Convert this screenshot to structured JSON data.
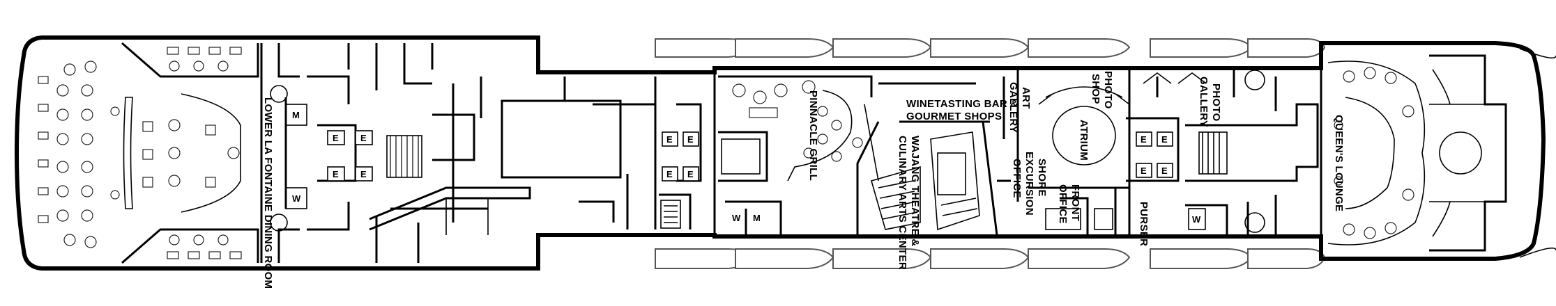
{
  "rooms": {
    "dining": "LOWER LA FONTAINE DINING ROOM",
    "pinnacle": "PINNACLE GRILL",
    "wine_line1": "WINETASTING BAR &",
    "wine_line2": "GOURMET SHOPS",
    "theatre_line1": "WAJANG THEATRE &",
    "theatre_line2": "CULINARY ARTS CENTER",
    "art_line1": "ART",
    "art_line2": "GALLERY",
    "atrium": "ATRIUM",
    "shore_line1": "SHORE",
    "shore_line2": "EXCURSION",
    "shore_line3": "OFFICE",
    "front_line1": "FRONT",
    "front_line2": "OFFICE",
    "photo_shop_line1": "PHOTO",
    "photo_shop_line2": "SHOP",
    "photo_gallery_line1": "PHOTO",
    "photo_gallery_line2": "GALLERY",
    "purser": "PURSER",
    "queens_lounge": "QUEEN'S LOUNGE"
  },
  "symbols": {
    "elevator": "E",
    "restroom_women": "W",
    "restroom_men": "M"
  }
}
